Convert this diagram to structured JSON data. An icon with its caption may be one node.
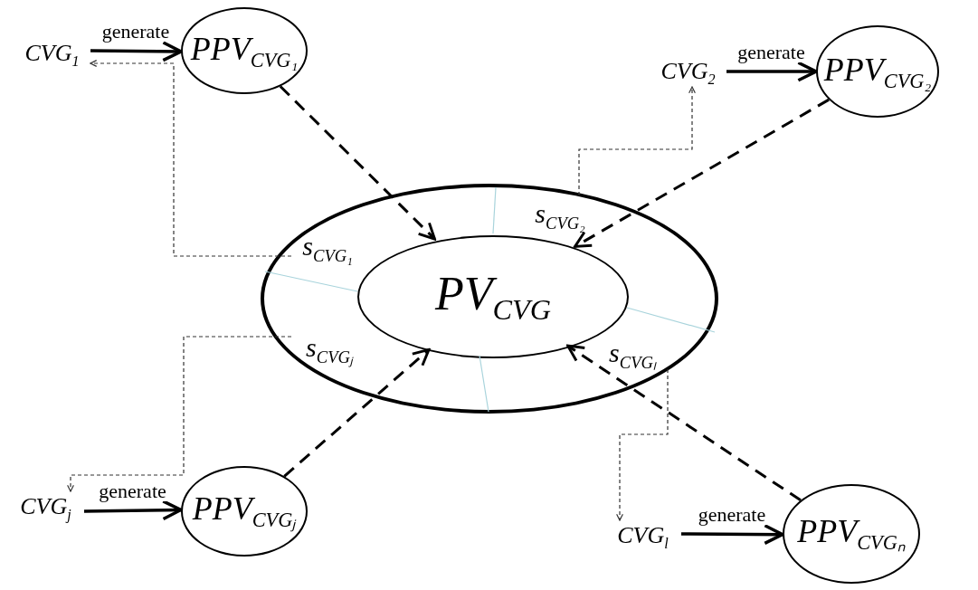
{
  "diagram": {
    "nodes": [
      {
        "text": [
          "CVG$_{1}$"
        ]
      },
      {
        "text": [
          "PPV$_{CVG₁}$"
        ]
      },
      {
        "text": [
          "CVG$_{2}$"
        ]
      },
      {
        "text": [
          "PPV$_{CVG₂}$"
        ]
      },
      {
        "text": [],
        "shape": "ellipse"
      },
      {
        "text": [
          "s$_{CVG₁}$"
        ],
        "in": 4
      },
      {
        "text": [
          "s$_{CVG₂}$"
        ],
        "in": 4
      },
      {
        "text": [
          "PV$_{CVG}$"
        ],
        "in": 4
      },
      {
        "text": [
          "s$_{CVGⱼ}$"
        ],
        "in": 4
      },
      {
        "text": [
          "s$_{CVGₗ}$"
        ],
        "in": 4
      },
      {
        "text": [
          "CVG$_{j}$"
        ]
      },
      {
        "text": [
          "PPV$_{CVGⱼ}$"
        ]
      },
      {
        "text": [
          "CVG$_{l}$"
        ]
      },
      {
        "text": [
          "PPV$_{CVGₙ}$"
        ]
      }
    ],
    "edges": [
      {
        "from": 0,
        "to": 1,
        "arrow": "to",
        "label": "generate"
      },
      {
        "from": 2,
        "to": 3,
        "arrow": "to",
        "label": "generate"
      },
      {
        "from": 10,
        "to": 11,
        "arrow": "to",
        "label": "generate"
      },
      {
        "from": 12,
        "to": 13,
        "arrow": "to",
        "label": "generate"
      },
      {
        "from": 1,
        "to": 7,
        "arrow": "to",
        "style": "dashed"
      },
      {
        "from": 3,
        "to": 7,
        "arrow": "to",
        "style": "dashed"
      },
      {
        "from": 11,
        "to": 7,
        "arrow": "to",
        "style": "dashed"
      },
      {
        "from": 13,
        "to": 7,
        "arrow": "to",
        "style": "dashed"
      },
      {
        "from": 5,
        "to": 0,
        "arrow": "to",
        "style": "dashed"
      },
      {
        "from": 6,
        "to": 2,
        "arrow": "to",
        "style": "dashed"
      },
      {
        "from": 8,
        "to": 10,
        "arrow": "to",
        "style": "dashed"
      },
      {
        "from": 9,
        "to": 12,
        "arrow": "to",
        "style": "dashed"
      }
    ]
  }
}
